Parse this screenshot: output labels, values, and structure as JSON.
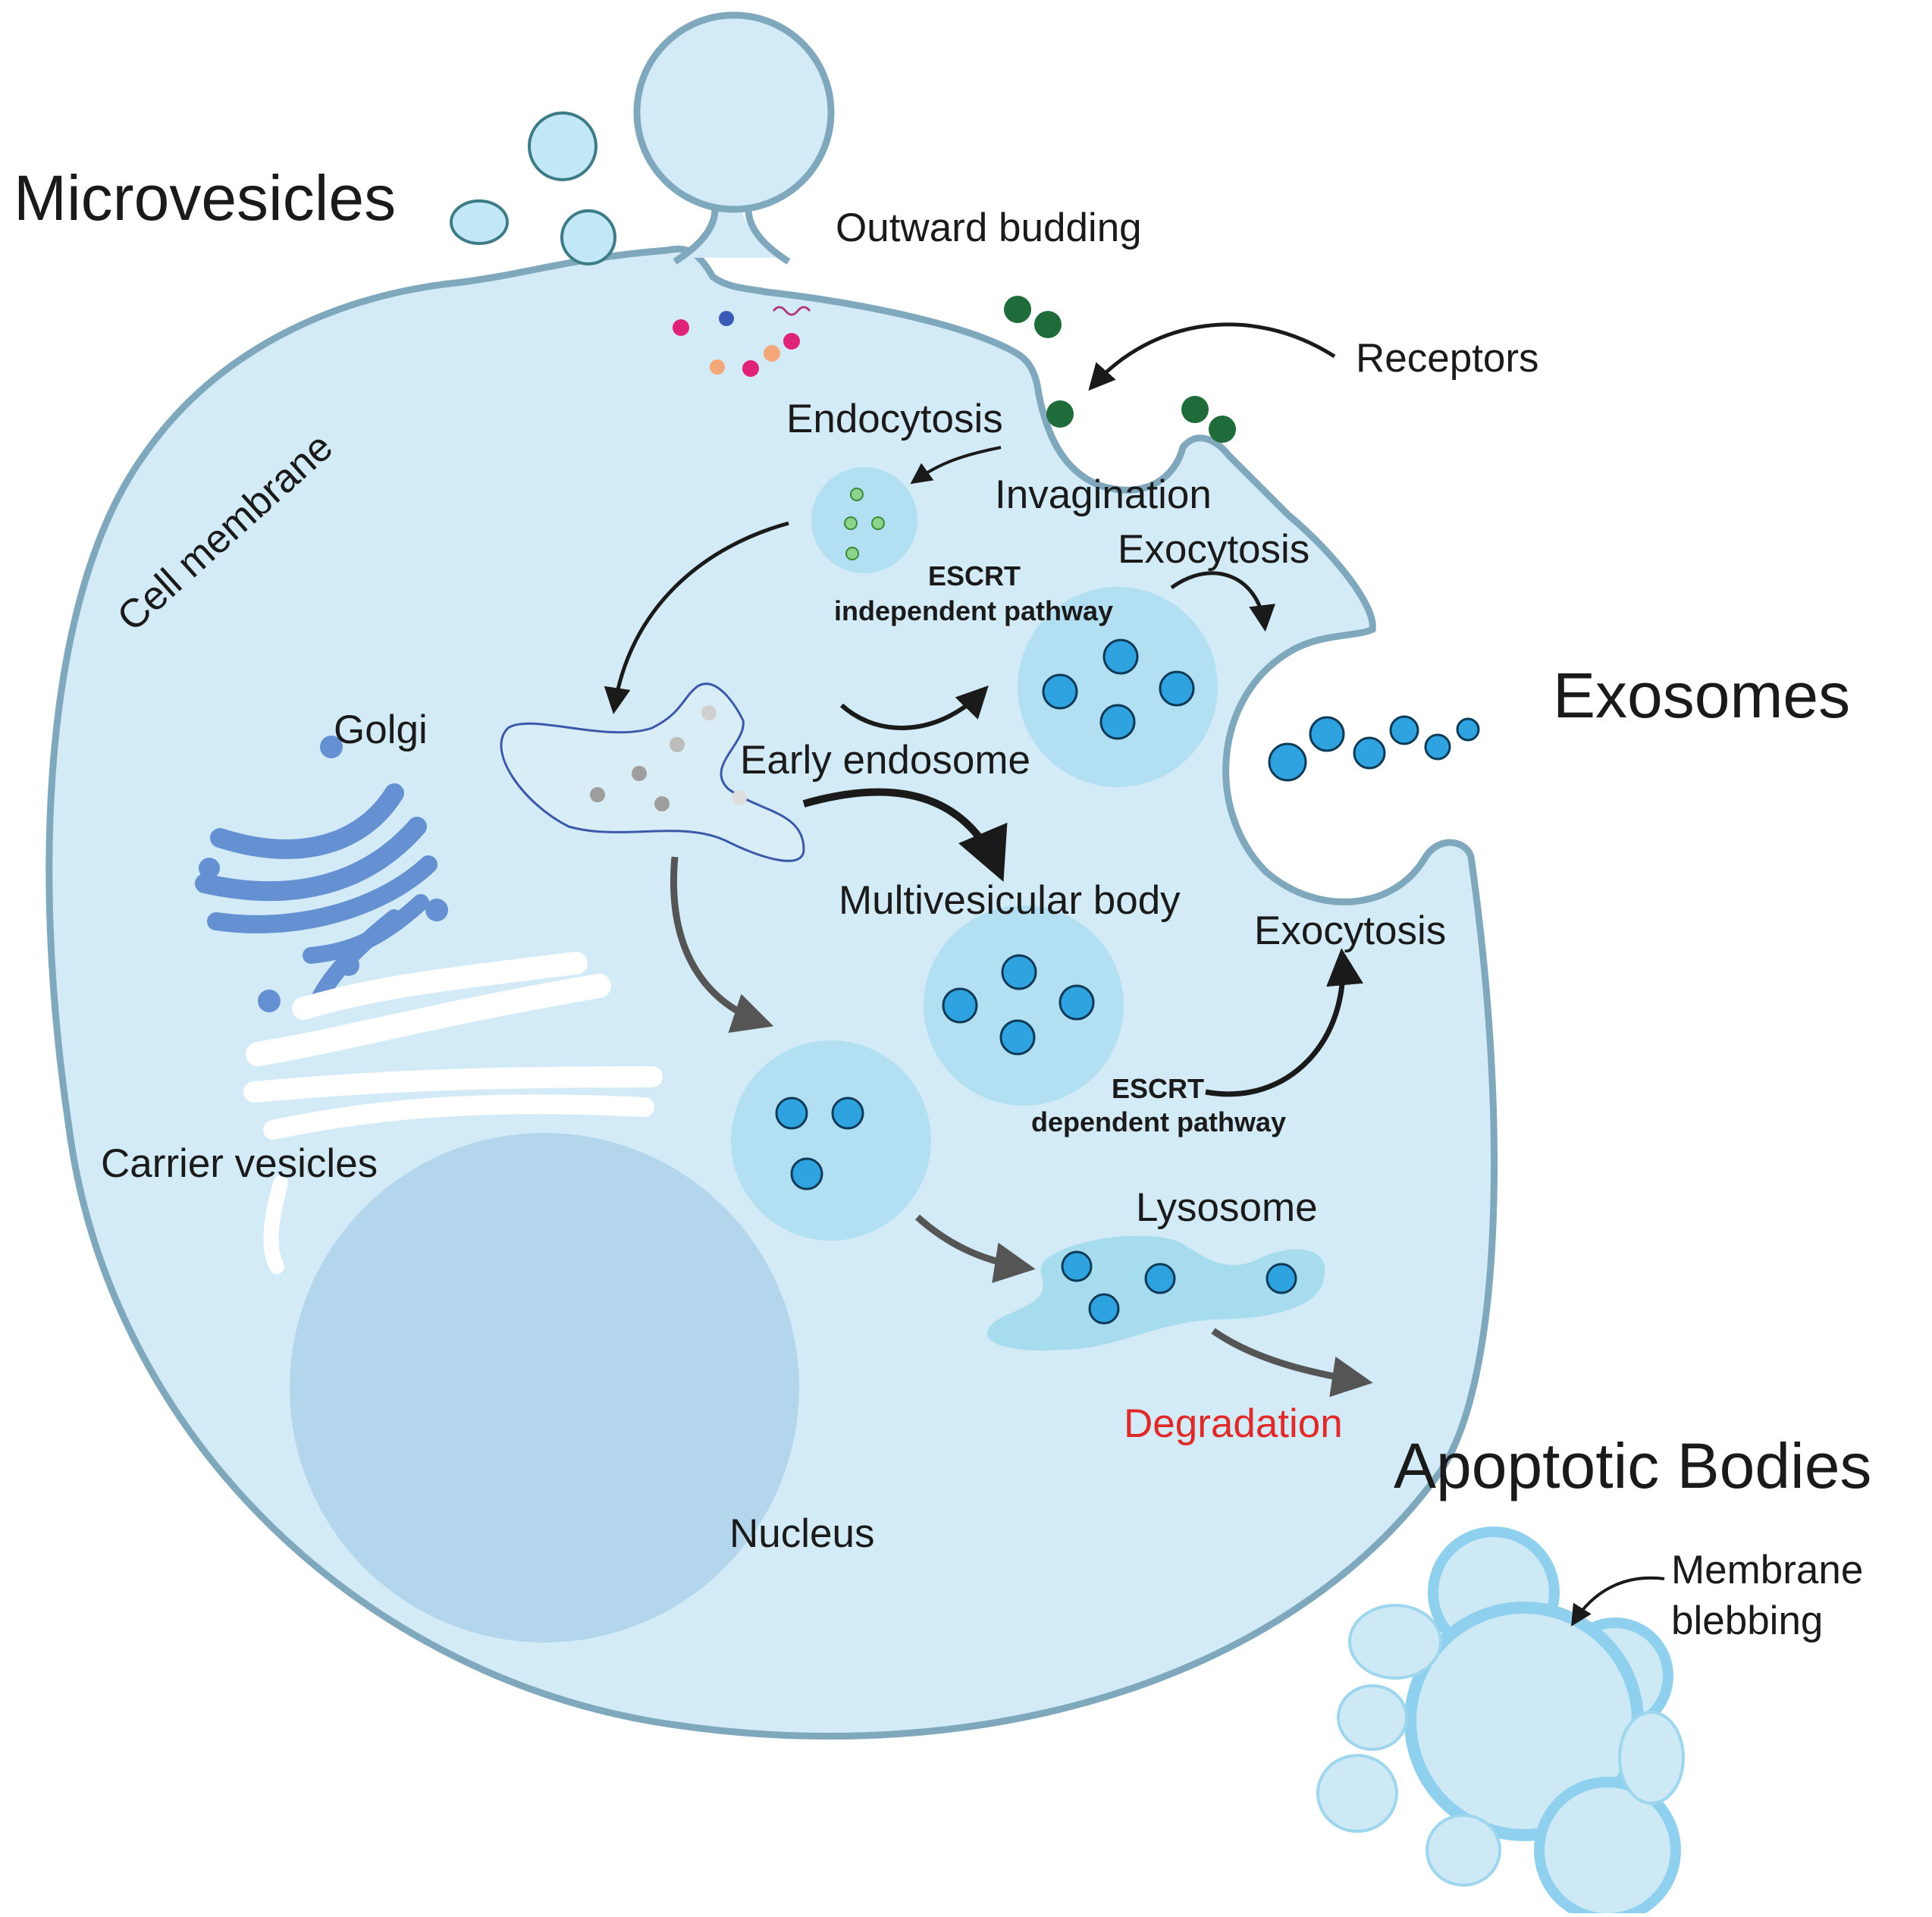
{
  "labels": {
    "microvesicles": "Microvesicles",
    "outward_budding": "Outward budding",
    "receptors": "Receptors",
    "cell_membrane": "Cell membrane",
    "endocytosis": "Endocytosis",
    "invagination": "Invagination",
    "exocytosis_top": "Exocytosis",
    "escrt_independent_1": "ESCRT",
    "escrt_independent_2": "independent pathway",
    "exosomes": "Exosomes",
    "golgi": "Golgi",
    "early_endosome": "Early endosome",
    "multivesicular_body": "Multivesicular body",
    "exocytosis_bottom": "Exocytosis",
    "escrt_dependent_1": "ESCRT",
    "escrt_dependent_2": "dependent pathway",
    "carrier_vesicles": "Carrier vesicles",
    "lysosome": "Lysosome",
    "degradation": "Degradation",
    "nucleus": "Nucleus",
    "apoptotic_bodies": "Apoptotic Bodies",
    "membrane_blebbing_1": "Membrane",
    "membrane_blebbing_2": "blebbing"
  },
  "colors": {
    "cytoplasm": "#d3ebf6",
    "membrane": "#7fa8bd",
    "vesicle": "#2fa3e0",
    "golgi": "#6590d2",
    "receptor": "#1f6b3a",
    "degradation_text": "#e02a2a"
  }
}
